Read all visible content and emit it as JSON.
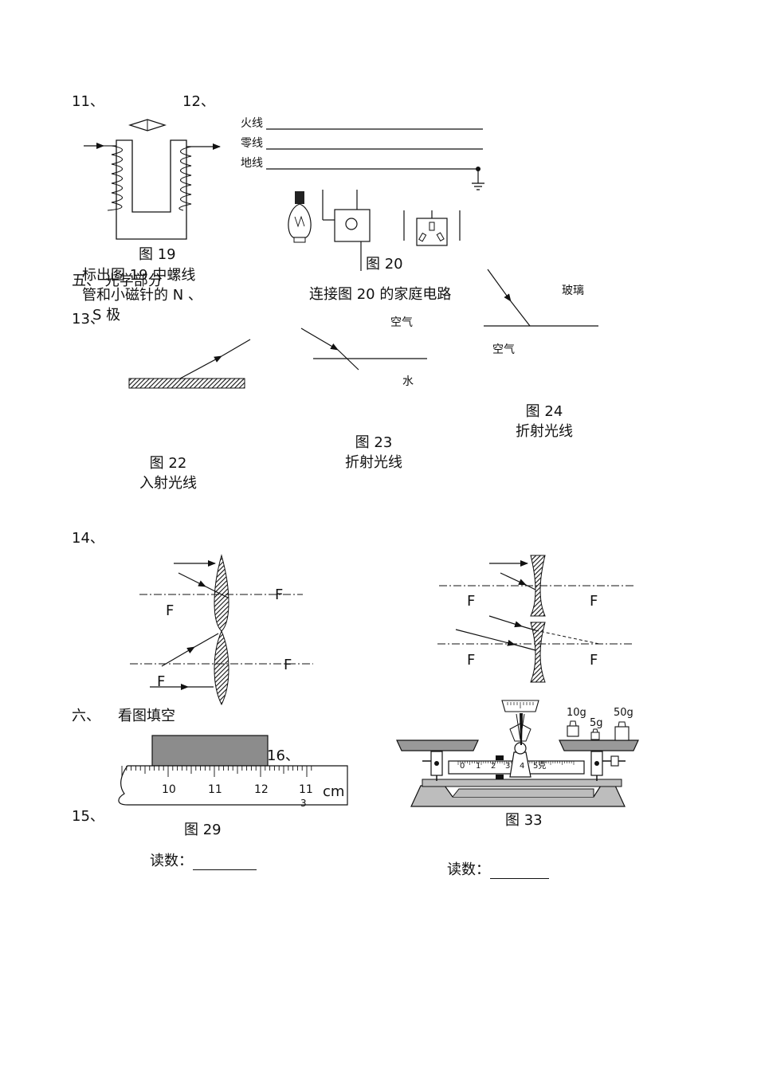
{
  "q11": {
    "num": "11、",
    "caption": "图 19",
    "instruction": [
      "标出图 19 中螺线",
      "管和小磁针的 N 、",
      "S 极"
    ]
  },
  "q12": {
    "num": "12、",
    "wires": [
      "火线",
      "零线",
      "地线"
    ],
    "caption": "图 20",
    "instruction": "连接图 20 的家庭电路"
  },
  "section5": "五、 光学部分",
  "q13": {
    "num": "13、",
    "fig22": {
      "caption": "图 22",
      "task": "入射光线"
    },
    "fig23": {
      "caption": "图 23",
      "task": "折射光线",
      "top": "空气",
      "bottom": "水"
    },
    "fig24": {
      "caption": "图 24",
      "task": "折射光线",
      "top": "玻璃",
      "bottom": "空气"
    }
  },
  "q14": {
    "num": "14、",
    "focus": "F"
  },
  "section6": {
    "num": "六、",
    "title": "看图填空"
  },
  "q15": {
    "num": "15、",
    "caption": "图 29",
    "reading_label": "读数：",
    "ruler_numbers": [
      "10",
      "11",
      "12",
      "11"
    ],
    "ruler_sub": "3",
    "unit": "cm"
  },
  "q16": {
    "num": "16、",
    "caption": "图 33",
    "reading_label": "读数：",
    "weights": [
      "10g",
      "5g",
      "50g"
    ],
    "beam_scale": [
      "0",
      "1",
      "2",
      "3",
      "4",
      "5克"
    ]
  }
}
